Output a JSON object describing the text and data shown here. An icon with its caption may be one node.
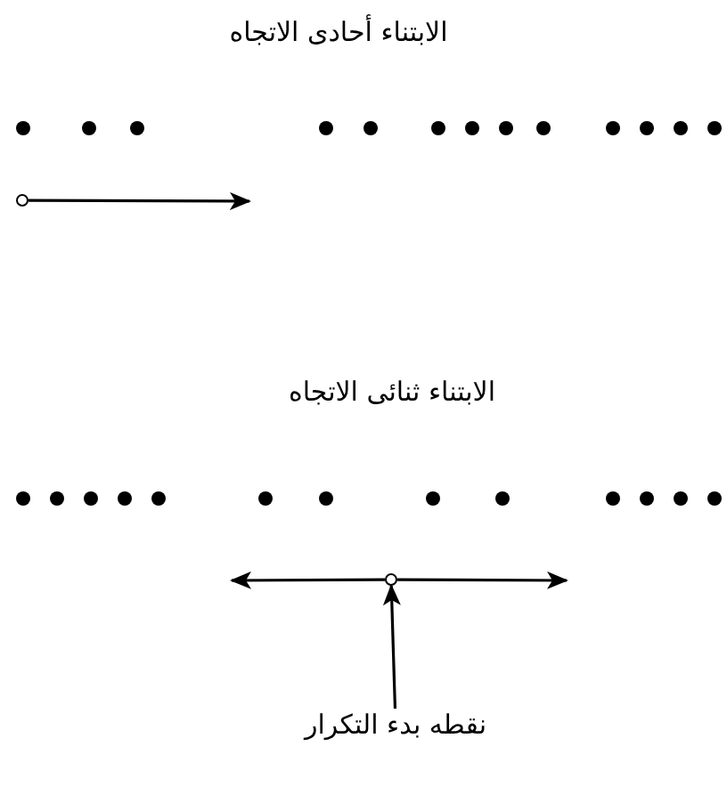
{
  "diagram": {
    "nodes": [
      {
        "text": [],
        "shape": "circle"
      },
      {
        "text": [],
        "shape": "circle"
      },
      {
        "text": [
          "نقطه بدء التكرار"
        ]
      }
    ],
    "edges": [
      {
        "from": 0,
        "to": null,
        "arrow": "to"
      },
      {
        "from": 1,
        "to": null,
        "arrow": "to"
      },
      {
        "from": 1,
        "to": null,
        "arrow": "to"
      },
      {
        "from": 2,
        "to": 1,
        "arrow": "to"
      }
    ],
    "labels": [
      "الابتناء أحادى الاتجاه",
      "الابتناء ثنائى الاتجاه"
    ]
  }
}
